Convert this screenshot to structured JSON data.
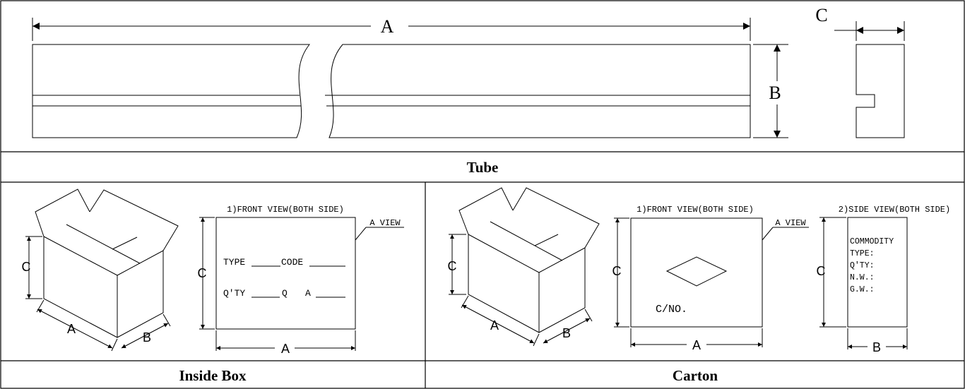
{
  "tube": {
    "caption": "Tube",
    "dim_length": "A",
    "dim_height": "B",
    "dim_width": "C"
  },
  "inside_box": {
    "caption": "Inside Box",
    "box_dims": {
      "c": "C",
      "a": "A",
      "b": "B"
    },
    "front_view": {
      "title": "1)FRONT VIEW(BOTH SIDE)",
      "a_view": "A VIEW",
      "dim_c": "C",
      "dim_a": "A",
      "line1_type": "TYPE",
      "line1_code": "CODE",
      "line2_qty": "Q'TY",
      "line2_q": "Q",
      "line2_a": "A"
    }
  },
  "carton": {
    "caption": "Carton",
    "box_dims": {
      "c": "C",
      "a": "A",
      "b": "B"
    },
    "front_view": {
      "title": "1)FRONT VIEW(BOTH SIDE)",
      "a_view": "A VIEW",
      "dim_c": "C",
      "dim_a": "A",
      "carton_no": "C/NO."
    },
    "side_view": {
      "title": "2)SIDE VIEW(BOTH SIDE)",
      "dim_c": "C",
      "dim_b": "B",
      "fields": [
        "COMMODITY",
        "TYPE:",
        "Q'TY:",
        "N.W.:",
        "G.W.:"
      ]
    }
  }
}
